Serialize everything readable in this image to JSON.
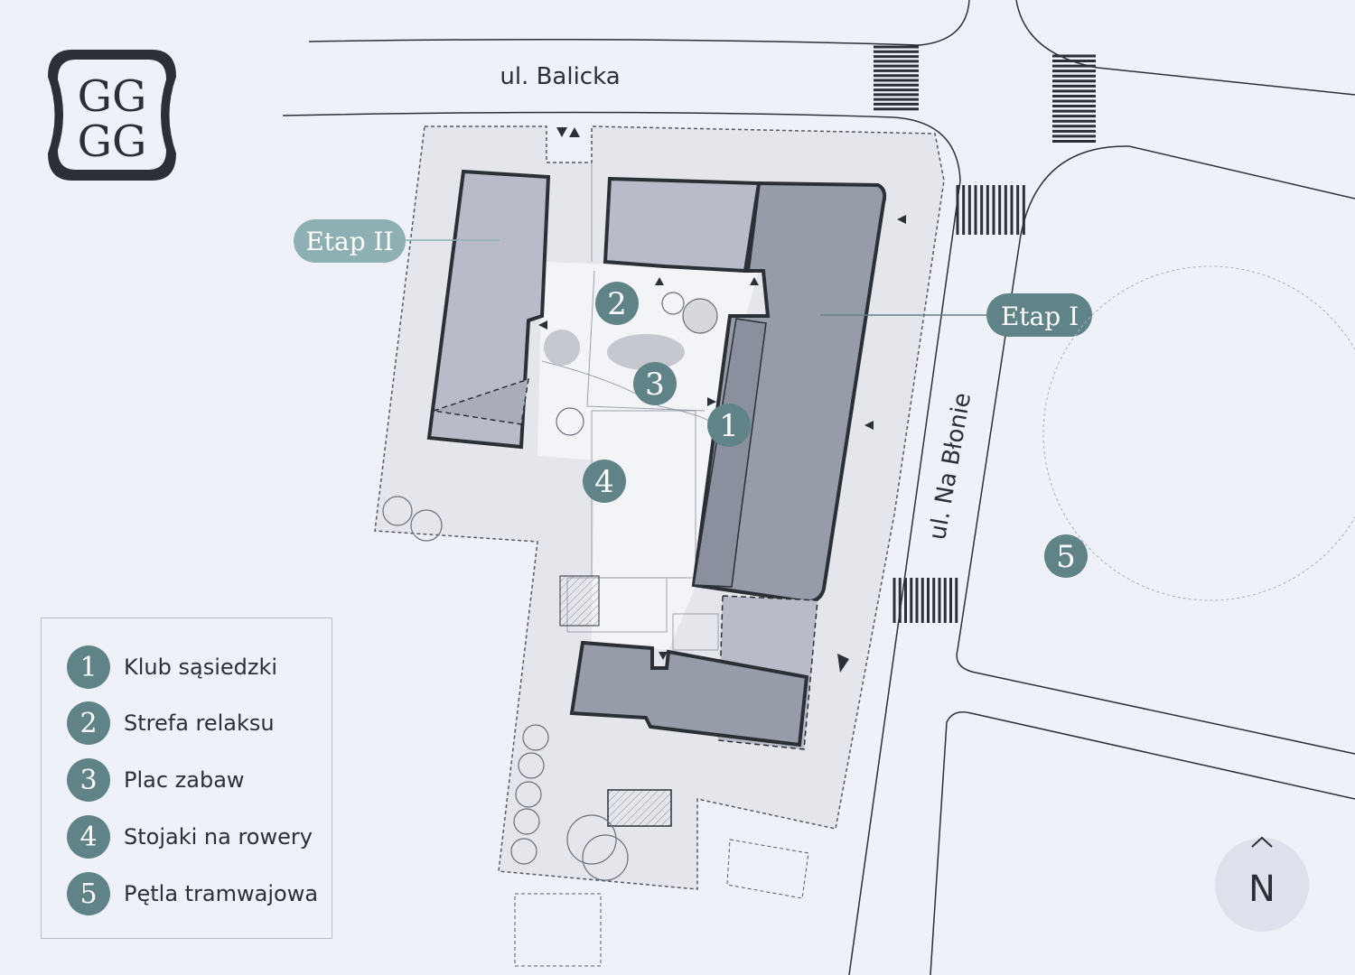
{
  "streets": {
    "balicka": "ul. Balicka",
    "na_blonie": "ul. Na Błonie"
  },
  "stages": {
    "stage_1": "Etap I",
    "stage_2": "Etap II"
  },
  "markers": [
    "1",
    "2",
    "3",
    "4",
    "5"
  ],
  "legend": {
    "items": [
      {
        "num": "1",
        "label": "Klub sąsiedzki"
      },
      {
        "num": "2",
        "label": "Strefa relaksu"
      },
      {
        "num": "3",
        "label": "Plac zabaw"
      },
      {
        "num": "4",
        "label": "Stojaki na rowery"
      },
      {
        "num": "5",
        "label": "Pętla tramwajowa"
      }
    ]
  },
  "compass": {
    "label": "N"
  },
  "colors": {
    "background": "#eef1f8",
    "marker": "#5f8387",
    "stage_label": "#8fb0b2",
    "building_stage_1": "#979ca9",
    "building_stage_2": "#b9bcc8"
  }
}
